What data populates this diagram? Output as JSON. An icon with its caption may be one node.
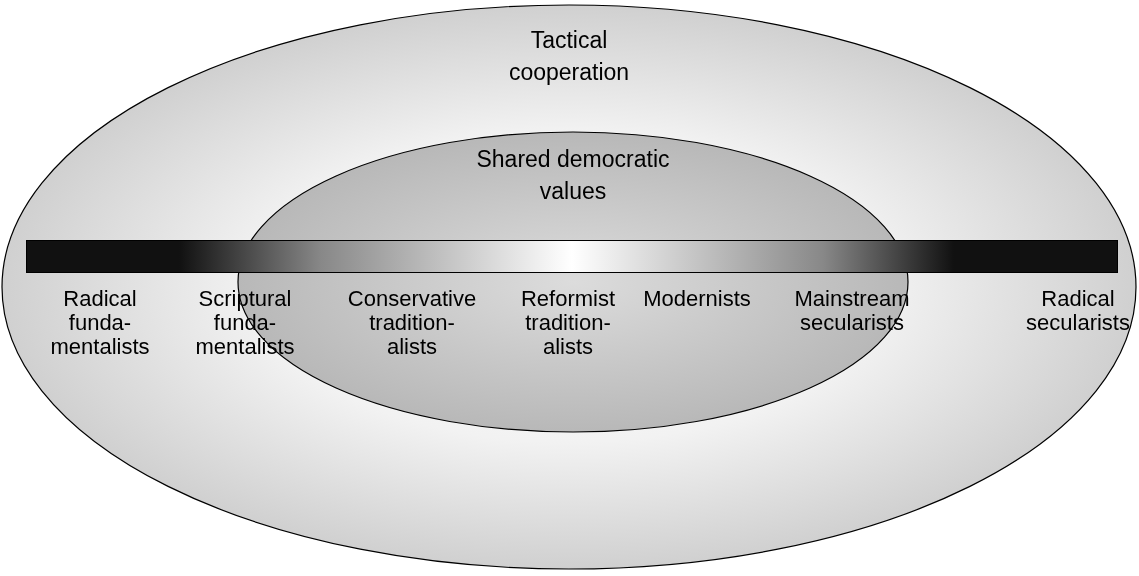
{
  "diagram": {
    "nodes": [
      {
        "text": [
          "Tactical cooperation"
        ]
      },
      {
        "text": [
          "Shared democratic values"
        ],
        "in": 0
      },
      {
        "text": [],
        "shape": "bar",
        "in": 0
      }
    ],
    "labels": [
      "Radical funda- mentalists",
      "Scriptural funda- mentalists",
      "Conservative tradition- alists",
      "Reformist tradition- alists",
      "Modernists",
      "Mainstream secularists",
      "Radical secularists"
    ]
  }
}
